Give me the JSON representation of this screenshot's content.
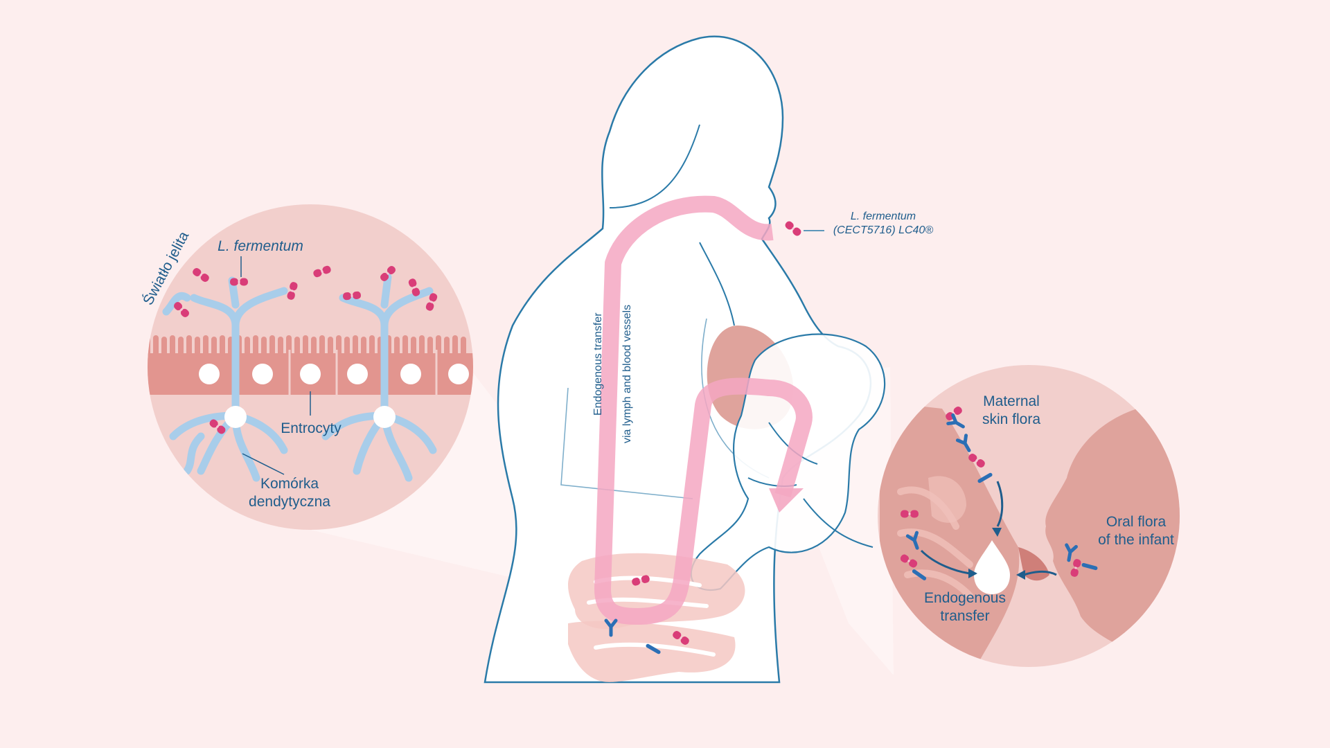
{
  "colors": {
    "background": "#fdeeee",
    "outline": "#2a7aa8",
    "label": "#1f5d8c",
    "pathway": "#f4a7c2",
    "bacterium": "#d93d78",
    "antibody": "#2b6fb5",
    "dendritic_cell": "#a8cdea",
    "enterocyte": "#e2958f",
    "breast_tissue": "#dfa39c"
  },
  "labels": {
    "gut_lumen": "Światło jelita",
    "gut_bacterium": "L. fermentum",
    "enterocytes": "Entrocyty",
    "dendritic_cell": "Komórka dendytyczna",
    "probiotic_line1": "L. fermentum",
    "probiotic_line2": "(CECT5716) LC40®",
    "transfer_line1": "Endogenous transfer",
    "transfer_line2": "via lymph and blood vessels",
    "maternal_skin_flora": "Maternal skin flora",
    "oral_flora": "Oral flora of the infant",
    "endogenous_transfer": "Endogenous transfer"
  },
  "icons": [
    "bacterium-icon",
    "antibody-icon",
    "milk-drop-icon",
    "transfer-arrow-icon"
  ]
}
